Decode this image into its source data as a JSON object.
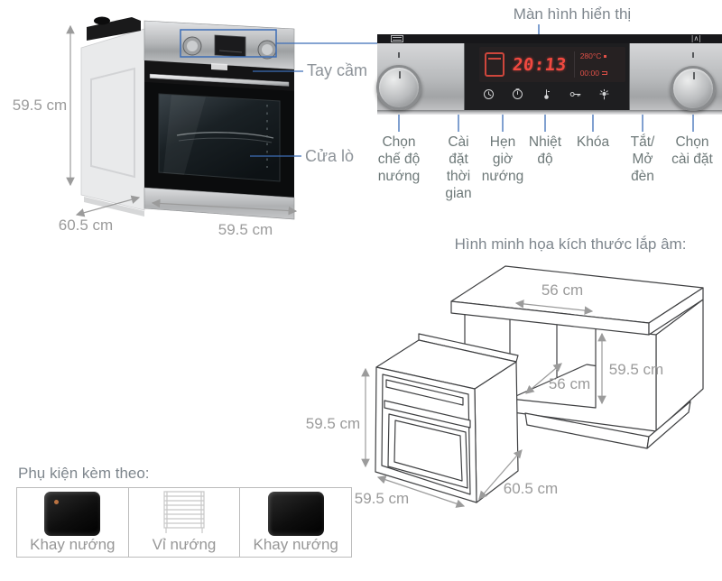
{
  "product_view": {
    "height": "59.5 cm",
    "depth": "60.5 cm",
    "width": "59.5 cm",
    "handle_label": "Tay cầm",
    "door_label": "Cửa lò"
  },
  "control_panel": {
    "title": "Màn hình hiển thị",
    "display": {
      "time": "20:13",
      "temperature": "280°C",
      "timer": "00:00"
    },
    "labels": [
      {
        "text": "Chọn\nchế độ\nnướng"
      },
      {
        "text": "Cài\nđặt\nthời\ngian"
      },
      {
        "text": "Hẹn\ngiờ\nnướng"
      },
      {
        "text": "Nhiệt\nđộ"
      },
      {
        "text": "Khóa"
      },
      {
        "text": "Tắt/\nMở\nđèn"
      },
      {
        "text": "Chọn\ncài đặt"
      }
    ]
  },
  "installation": {
    "title": "Hình minh họa kích thước lắp âm:",
    "counter_top_width": "56 cm",
    "niche_height": "59.5 cm",
    "niche_depth": "56 cm",
    "oven_height": "59.5 cm",
    "oven_width": "59.5 cm",
    "oven_depth": "60.5 cm"
  },
  "accessories": {
    "title": "Phụ kiện kèm theo:",
    "items": [
      {
        "label": "Khay nướng"
      },
      {
        "label": "Vỉ nướng"
      },
      {
        "label": "Khay nướng"
      }
    ]
  },
  "colors": {
    "annotation_blue": "#3c6db6",
    "display_red": "#ef4136",
    "dimension_gray": "#9b9b9b",
    "line_dark": "#3f4042"
  }
}
